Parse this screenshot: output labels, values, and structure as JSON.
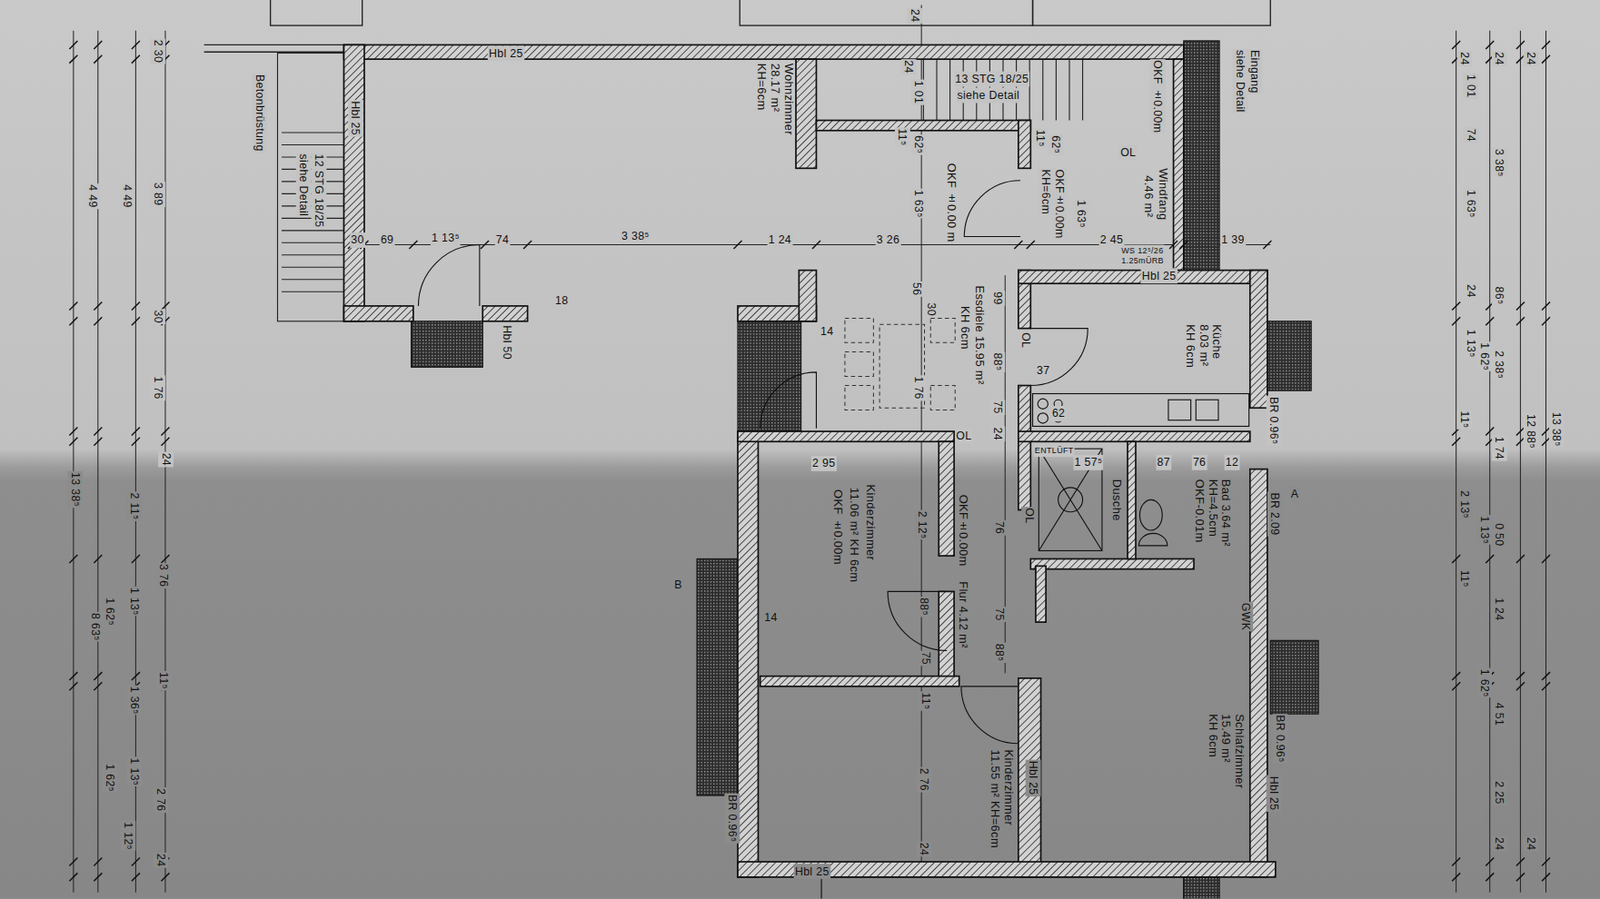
{
  "diagram": {
    "nodes": [
      {
        "text": [
          "Wohnzimmer",
          "28.17 m²",
          "KH=6cm"
        ]
      },
      {
        "text": [
          "Windfang",
          "4.46 m²"
        ]
      },
      {
        "text": [
          "OKF ±0.00 m",
          "Essdiele 15.95 m²",
          "KH 6cm"
        ]
      },
      {
        "text": [
          "Küche",
          "8.03 m²",
          "KH 6cm"
        ]
      },
      {
        "text": [
          "Bad 3.64 m²",
          "KH=4.5cm",
          "OKF-0.01m"
        ]
      },
      {
        "text": [
          "Dusche"
        ]
      },
      {
        "text": [
          "Kinderzimmer",
          "11.06 m² KH 6cm",
          "OKF ±0.00m"
        ]
      },
      {
        "text": [
          "OKF±0.00m",
          "Flur 4.12 m²"
        ]
      },
      {
        "text": [
          "Kinderzimmer",
          "11.55 m² KH=6cm"
        ]
      },
      {
        "text": [
          "Schlafzimmer",
          "15.49 m²",
          "KH 6cm"
        ]
      }
    ],
    "labels": [
      "Hbl 25",
      "Betonbrüstung",
      "Hbl 25",
      "12 STG 18/25",
      "siehe Detail",
      "13 STG 18/25",
      "siehe Detail",
      "Eingang",
      "siehe Detail",
      "OKF ±0.00m",
      "OL",
      "24",
      "24",
      "1 01",
      "11⁵",
      "62⁵",
      "1 63⁵",
      "11⁵",
      "62⁵",
      "KH=6cm",
      "OKF±0.00m",
      "1 63⁵",
      "30",
      "69",
      "1 13⁵",
      "74",
      "3 38⁵",
      "1 24",
      "3 26",
      "2 45",
      "1 39",
      "WS 12⁵/26",
      "1.25mÜRB",
      "Hbl 25",
      "Hbl 50",
      "18",
      "56",
      "30",
      "99",
      "88⁵",
      "75",
      "1 76",
      "14",
      "OL",
      "37",
      "62",
      "BR 0.96⁵",
      "24",
      "OL",
      "2 95",
      "ENTLÜFT",
      "1 57⁵",
      "87",
      "76",
      "12",
      "BR 2.09",
      "A",
      "OL",
      "2 12⁵",
      "76",
      "B",
      "14",
      "88⁵",
      "75",
      "11⁵",
      "2 76",
      "24",
      "75",
      "88⁵",
      "GWK",
      "BR 0.96⁵",
      "Hbl 25",
      "Hbl 25",
      "BR 0.96⁵",
      "Hbl 25",
      "2 30",
      "3 89",
      "30",
      "1 76",
      "24",
      "3 76",
      "11⁵",
      "2 76",
      "24",
      "4 49",
      "2 11⁵",
      "1 13⁵",
      "1 36⁵",
      "1 13⁵",
      "1 12⁵",
      "4 49",
      "1 62⁵",
      "8 63⁵",
      "1 62⁵",
      "13 38⁵",
      "24",
      "1 01",
      "74",
      "1 63⁵",
      "24",
      "1 13⁵",
      "11⁵",
      "2 13⁵",
      "11⁵",
      "24",
      "3 38⁵",
      "86⁵",
      "2 38⁵",
      "1 74",
      "0 50",
      "1 24",
      "4 51",
      "2 25",
      "24",
      "1 62⁵",
      "1 13⁵",
      "1 62⁵",
      "24",
      "12 88⁵",
      "24",
      "13 38⁵"
    ]
  }
}
